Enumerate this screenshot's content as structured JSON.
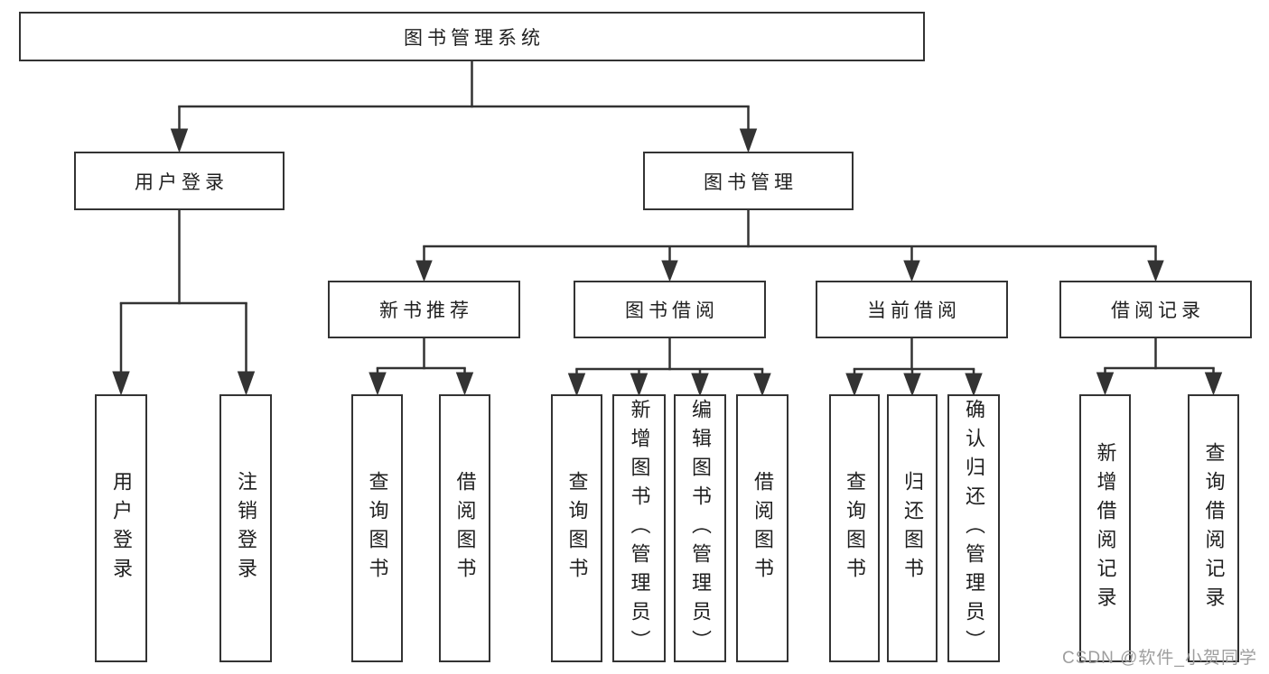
{
  "diagram": {
    "root": {
      "label": "图书管理系统"
    },
    "level1": [
      {
        "label": "用户登录"
      },
      {
        "label": "图书管理"
      }
    ],
    "level2": [
      {
        "label": "新书推荐"
      },
      {
        "label": "图书借阅"
      },
      {
        "label": "当前借阅"
      },
      {
        "label": "借阅记录"
      }
    ],
    "leaves": {
      "user_login": [
        "用户登录",
        "注销登录"
      ],
      "new_book_recommend": [
        "查询图书",
        "借阅图书"
      ],
      "book_borrow": [
        "查询图书",
        "新增图书（管理员）",
        "编辑图书（管理员）",
        "借阅图书"
      ],
      "current_borrow": [
        "查询图书",
        "归还图书",
        "确认归还（管理员）"
      ],
      "borrow_records": [
        "新增借阅记录",
        "查询借阅记录"
      ]
    }
  },
  "watermark": {
    "text": "CSDN @软件_小贺同学"
  },
  "colors": {
    "line": "#333333",
    "text": "#1f1f1f",
    "watermark": "#9e9e9e",
    "background": "#ffffff"
  }
}
